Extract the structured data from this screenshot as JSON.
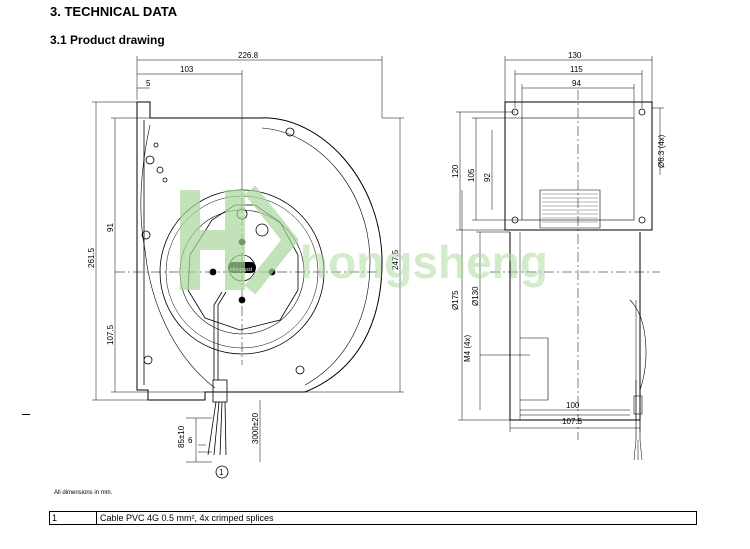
{
  "section_title": "3. TECHNICAL DATA",
  "subsection_title": "3.1 Product drawing",
  "front_view": {
    "dim_total_width": "226.8",
    "dim_center_offset": "103",
    "dim_flange": "5",
    "dim_height_total": "261.5",
    "dim_upper": "91",
    "dim_lower": "107.5",
    "dim_right_height": "247.5",
    "dim_cable_85": "85±10",
    "dim_cable_6": "6",
    "dim_cable_3000": "3000±20",
    "callout": "1",
    "motor_label": "ebmpapst"
  },
  "side_view": {
    "dim_130": "130",
    "dim_115": "115",
    "dim_94": "94",
    "dim_hole": "Ø6.3 (4x)",
    "dim_120": "120",
    "dim_105": "105",
    "dim_92": "92",
    "dim_175": "Ø175",
    "dim_130d": "Ø130",
    "dim_m4": "M4 (4x)",
    "dim_100": "100",
    "dim_107": "107.5"
  },
  "watermark": "hongsheng",
  "note": "All dimensions in mm.",
  "table": {
    "pos": "1",
    "desc": "Cable PVC 4G 0.5 mm², 4x crimped splices"
  }
}
